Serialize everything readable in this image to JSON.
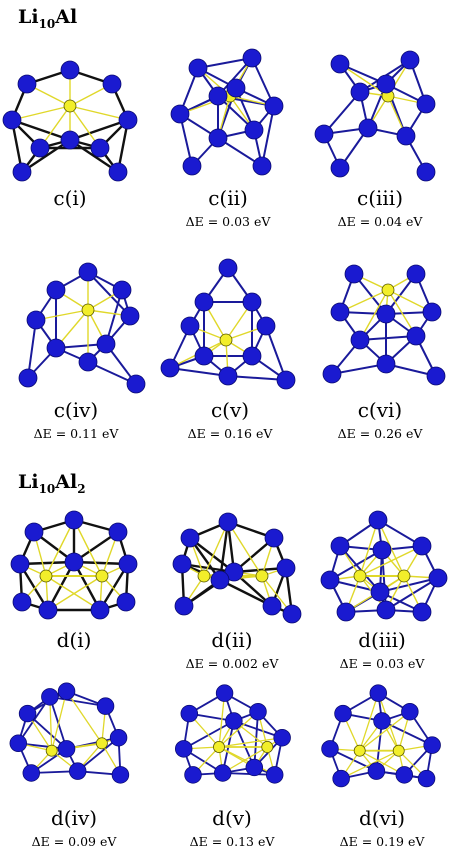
{
  "colors": {
    "li_atom": "#1a1ad0",
    "al_atom": "#f2ee2a",
    "bond_blue": "#1a1a9a",
    "bond_dark": "#111111",
    "bond_yellow": "#e0d82a"
  },
  "sections": [
    {
      "title": "Li",
      "subscript": "10",
      "suffix": "Al",
      "panels": [
        {
          "label": "c(i)",
          "energy": ""
        },
        {
          "label": "c(ii)",
          "energy": "ΔE = 0.03 eV"
        },
        {
          "label": "c(iii)",
          "energy": "ΔE = 0.04 eV"
        },
        {
          "label": "c(iv)",
          "energy": "ΔE = 0.11 eV"
        },
        {
          "label": "c(v)",
          "energy": "ΔE = 0.16 eV"
        },
        {
          "label": "c(vi)",
          "energy": "ΔE = 0.26 eV"
        }
      ]
    },
    {
      "title": "Li",
      "subscript": "10",
      "suffix": "Al",
      "suffix_subscript": "2",
      "panels": [
        {
          "label": "d(i)",
          "energy": ""
        },
        {
          "label": "d(ii)",
          "energy": "ΔE = 0.002 eV"
        },
        {
          "label": "d(iii)",
          "energy": "ΔE = 0.03 eV"
        },
        {
          "label": "d(iv)",
          "energy": "ΔE = 0.09 eV"
        },
        {
          "label": "d(v)",
          "energy": "ΔE = 0.13 eV"
        },
        {
          "label": "d(vi)",
          "energy": "ΔE = 0.19 eV"
        }
      ]
    }
  ]
}
